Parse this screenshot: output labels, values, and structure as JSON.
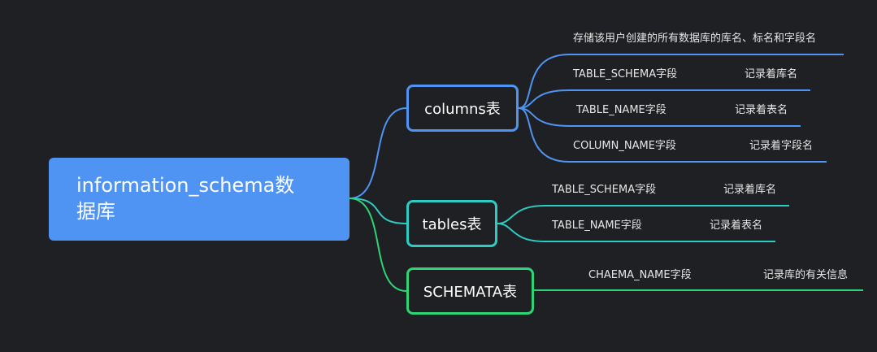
{
  "root": {
    "label_line1": "information_schema数",
    "label_line2": "据库"
  },
  "branches": {
    "columns": {
      "label": "columns表",
      "description": "存储该用户创建的所有数据库的库名、标名和字段名",
      "fields": [
        {
          "field": "TABLE_SCHEMA字段",
          "note": "记录着库名"
        },
        {
          "field": "TABLE_NAME字段",
          "note": "记录着表名"
        },
        {
          "field": "COLUMN_NAME字段",
          "note": "记录着字段名"
        }
      ]
    },
    "tables": {
      "label": "tables表",
      "fields": [
        {
          "field": "TABLE_SCHEMA字段",
          "note": "记录着库名"
        },
        {
          "field": "TABLE_NAME字段",
          "note": "记录着表名"
        }
      ]
    },
    "schemata": {
      "label": "SCHEMATA表",
      "fields": [
        {
          "field": "CHAEMA_NAME字段",
          "note": "记录库的有关信息"
        }
      ]
    }
  },
  "colors": {
    "background": "#1f2023",
    "columns_branch": "#4f94f3",
    "tables_branch": "#2ecbc4",
    "schemata_branch": "#2fd477",
    "root_fill": "#4f94f3"
  }
}
